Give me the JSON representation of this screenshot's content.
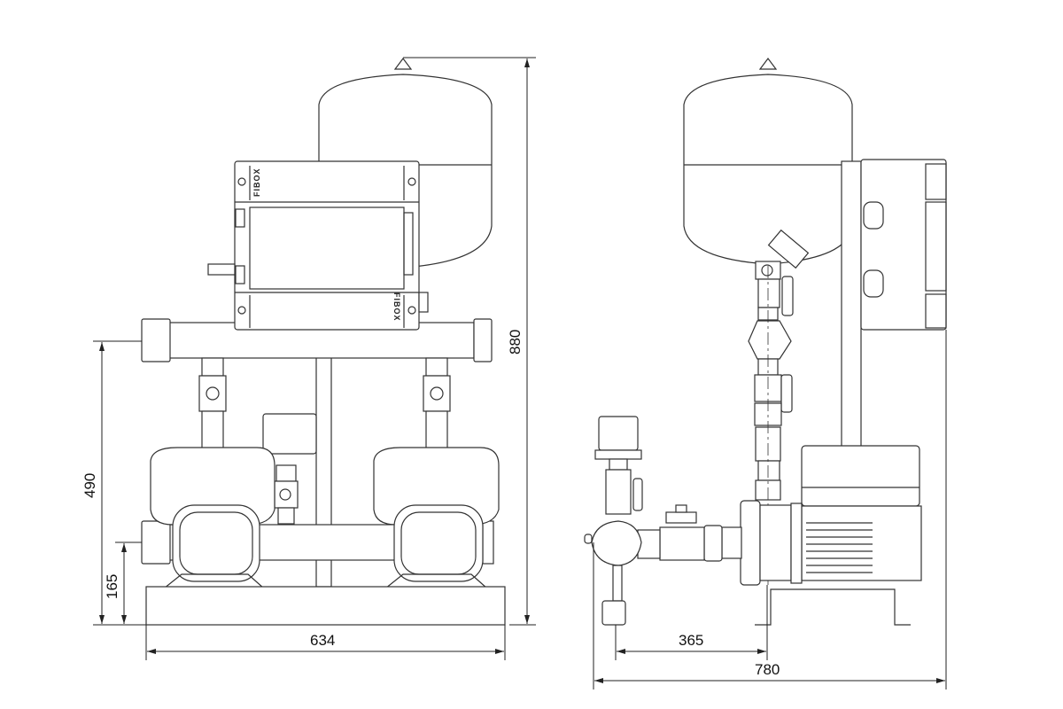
{
  "drawing": {
    "logo_text": "FIBOX",
    "front_view": {
      "dim_height_total": "880",
      "dim_height_manifold": "490",
      "dim_height_suction": "165",
      "dim_width": "634"
    },
    "side_view": {
      "dim_pipe_offset": "365",
      "dim_depth_total": "780"
    }
  }
}
